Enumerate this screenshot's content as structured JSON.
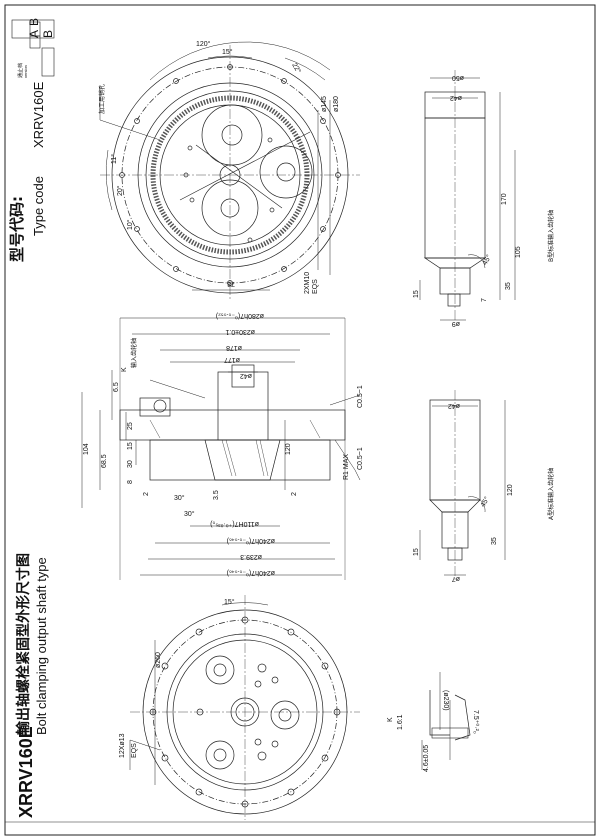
{
  "header": {
    "type_code_cn": "型号代码:",
    "type_code_en": "Type code",
    "model": "XRRV160E",
    "version_cn": "通止档",
    "version_en": "version",
    "ver_a": "A",
    "ver_b": "B",
    "ver_b2": "B"
  },
  "footer": {
    "model": "XRRV160E",
    "title_cn": "输出轴螺栓紧固型外形尺寸图",
    "title_en": "Bolt clamping output shaft type"
  },
  "top_view": {
    "angle_120": "120°",
    "angle_15": "15°",
    "angle_22": "22°",
    "angle_11": "11°",
    "angle_20": "20°",
    "angle_10": "10°",
    "dim_145": "ø145",
    "dim_180": "ø180",
    "dim_78": "78",
    "thread": "2XM10",
    "eqs": "EQS",
    "note_cn": "加工用销孔"
  },
  "middle_view": {
    "d_280": "ø280h7(⁰₋₀.₀₅₂)",
    "d_2304": "ø230±0.1",
    "d_178": "ø178",
    "d_177": "ø177",
    "d_42": "ø42",
    "d_110": "ø110H7(⁺⁰·⁰³⁵₀)",
    "d_240a": "ø240h7(⁰₋₀.₀₄₆)",
    "d_2393": "ø239.3",
    "d_240b": "ø240h7(⁰₋₀.₀₄₆)",
    "h_104": "104",
    "h_685": "68.5",
    "h_65": "6.5",
    "h_25": "25",
    "h_15": "15",
    "h_30": "30",
    "h_8": "8",
    "h_2a": "2",
    "h_2b": "2",
    "h_35": "3.5",
    "h_120": "120",
    "a_30a": "30°",
    "a_30b": "30°",
    "k": "K",
    "c05": "C0.5~1",
    "c05b": "C0.5~1",
    "r1": "R1 MAX",
    "input_note_cn": "输入齿轮轴"
  },
  "bottom_view": {
    "angle_15": "15°",
    "d_260": "ø260",
    "holes": "12Xø13",
    "eqs": "EQS",
    "k_ratio": "K",
    "k_scale": "1.6:1",
    "d_230": "(ø230)",
    "d_75": "7.5⁺⁰·²₀",
    "d_46": "4.6±0.05"
  },
  "shaft_b": {
    "d_50": "ø50",
    "d_42": "ø42",
    "l_170": "170",
    "l_105": "105",
    "l_35": "35",
    "l_15": "15",
    "l_7": "7",
    "d_9": "ø9",
    "angle_45": "45°",
    "label_cn": "B型标准输入齿轮轴"
  },
  "shaft_a": {
    "d_42": "ø42",
    "l_120": "120",
    "l_35": "35",
    "l_15": "15",
    "d_7": "ø7",
    "angle_45": "45°",
    "label_cn": "A型标准输入齿轮轴"
  }
}
